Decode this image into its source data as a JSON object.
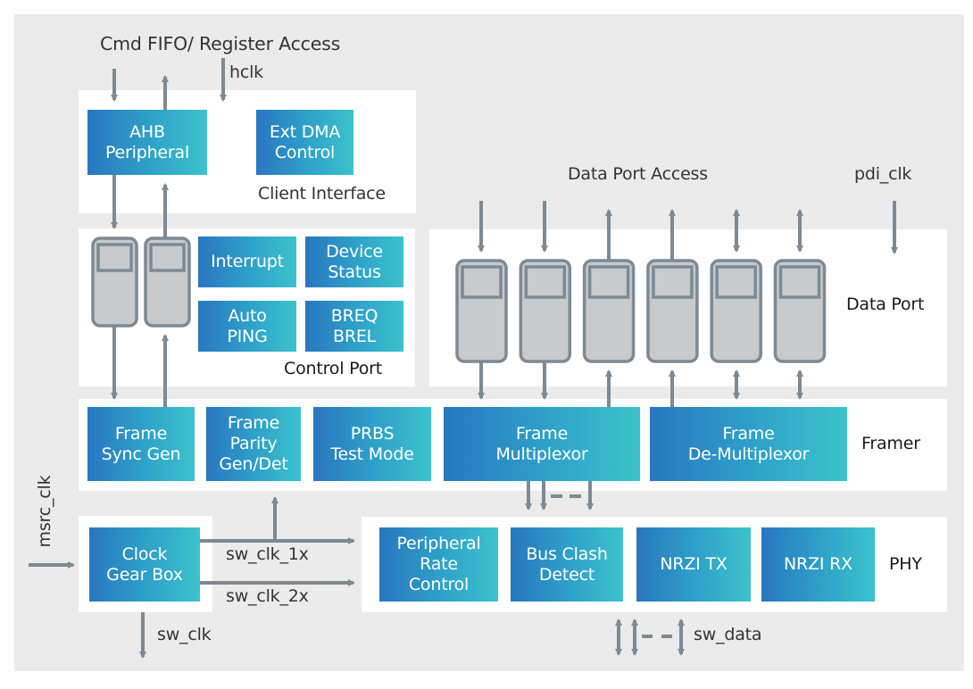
{
  "colors": {
    "background": "#ebebeb",
    "panel": "#ffffff",
    "block_start": "#2877c0",
    "block_end": "#3cc2cc",
    "wire": "#7d8a93",
    "fifo_fill": "#c8cacc"
  },
  "labels": {
    "cmd_fifo": "Cmd FIFO/ Register Access",
    "hclk": "hclk",
    "client_interface": "Client Interface",
    "control_port": "Control Port",
    "data_port_access": "Data Port Access",
    "pdi_clk": "pdi_clk",
    "data_port": "Data Port",
    "framer": "Framer",
    "phy": "PHY",
    "msrc_clk": "msrc_clk",
    "sw_clk_1x": "sw_clk_1x",
    "sw_clk_2x": "sw_clk_2x",
    "sw_clk": "sw_clk",
    "sw_data": "sw_data"
  },
  "blocks": {
    "ahb": "AHB\nPeripheral",
    "ext_dma": "Ext DMA\nControl",
    "interrupt": "Interrupt",
    "device_status": "Device\nStatus",
    "auto_ping": "Auto\nPING",
    "breq_brel": "BREQ\nBREL",
    "frame_sync": "Frame\nSync Gen",
    "frame_parity": "Frame\nParity\nGen/Det",
    "prbs": "PRBS\nTest Mode",
    "frame_mux": "Frame\nMultiplexor",
    "frame_demux": "Frame\nDe-Multiplexor",
    "clock_gear": "Clock\nGear Box",
    "peripheral_rate": "Peripheral\nRate\nControl",
    "bus_clash": "Bus Clash\nDetect",
    "nrzi_tx": "NRZI TX",
    "nrzi_rx": "NRZI RX"
  },
  "data_port_fifos": [
    {
      "direction": "in"
    },
    {
      "direction": "in"
    },
    {
      "direction": "out"
    },
    {
      "direction": "out"
    },
    {
      "direction": "bidirectional"
    },
    {
      "direction": "bidirectional"
    }
  ],
  "control_port_fifos": [
    {
      "direction": "in"
    },
    {
      "direction": "out"
    }
  ]
}
